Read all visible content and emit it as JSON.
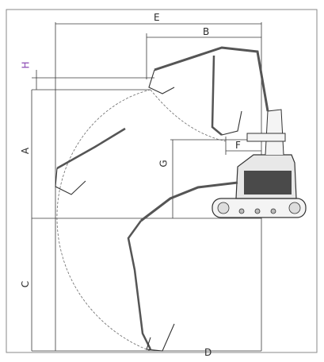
{
  "header": {
    "text": ""
  },
  "labels": {
    "A": "A",
    "B": "B",
    "C": "C",
    "D": "D",
    "E": "E",
    "F": "F",
    "G": "G",
    "H": "H"
  },
  "colors": {
    "line": "#3a3a3a",
    "label_h": "#8c4bb3",
    "frame": "#8a8a8a"
  }
}
